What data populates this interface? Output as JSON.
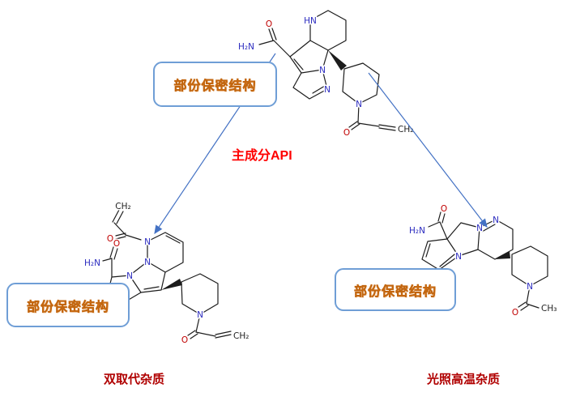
{
  "diagram": {
    "api_label": "主成分API",
    "left_impurity_label": "双取代杂质",
    "right_impurity_label": "光照高温杂质",
    "callout_label": "部份保密结构"
  },
  "atoms": {
    "hn": "HN",
    "h2n": "H₂N",
    "o": "O",
    "n": "N",
    "ch2": "CH₂",
    "ch3": "CH₃"
  },
  "colors": {
    "bond": "#1c1c1c",
    "nitrogen": "#2b2bbf",
    "oxygen": "#c00000",
    "arrow": "#4472c4",
    "callout_border": "#6f9ed6",
    "callout_text": "#ef8123",
    "api_label": "#ff0000",
    "impurity_label": "#b00000"
  }
}
